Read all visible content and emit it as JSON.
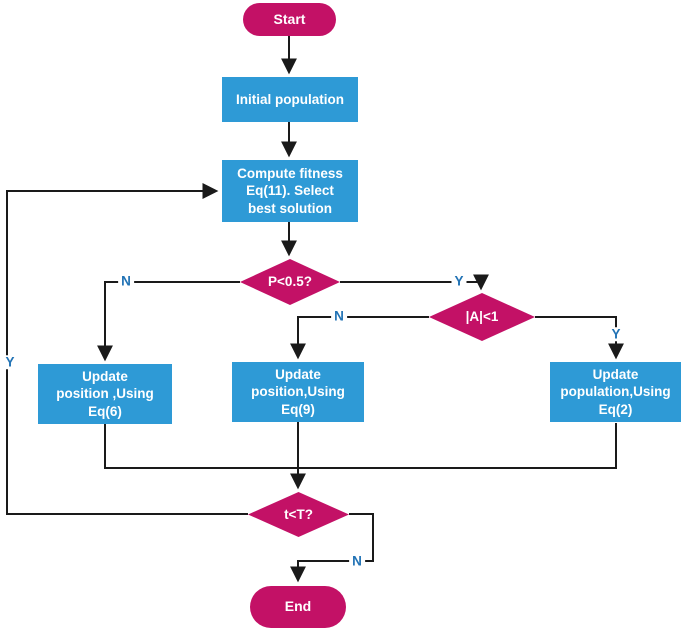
{
  "flowchart": {
    "nodes": {
      "start": "Start",
      "initial_population": "Initial population",
      "compute_fitness": "Compute fitness\nEq(11). Select\nbest solution",
      "p_decision": "P<0.5?",
      "a_decision": "|A|<1",
      "update_eq6": "Update\nposition ,Using\nEq(6)",
      "update_eq9": "Update\nposition,Using\nEq(9)",
      "update_eq2": "Update\npopulation,Using\nEq(2)",
      "t_decision": "t<T?",
      "end": "End"
    },
    "edge_labels": {
      "p_no": "N",
      "p_yes": "Y",
      "a_no": "N",
      "a_yes": "Y",
      "t_yes": "Y",
      "t_no": "N"
    },
    "colors": {
      "terminal_and_decision_fill": "#c31166",
      "process_fill": "#2e9ad6",
      "edge_label_text": "#2273b5",
      "connector_line": "#1a1a1a",
      "node_text": "#ffffff",
      "background": "#ffffff"
    }
  }
}
